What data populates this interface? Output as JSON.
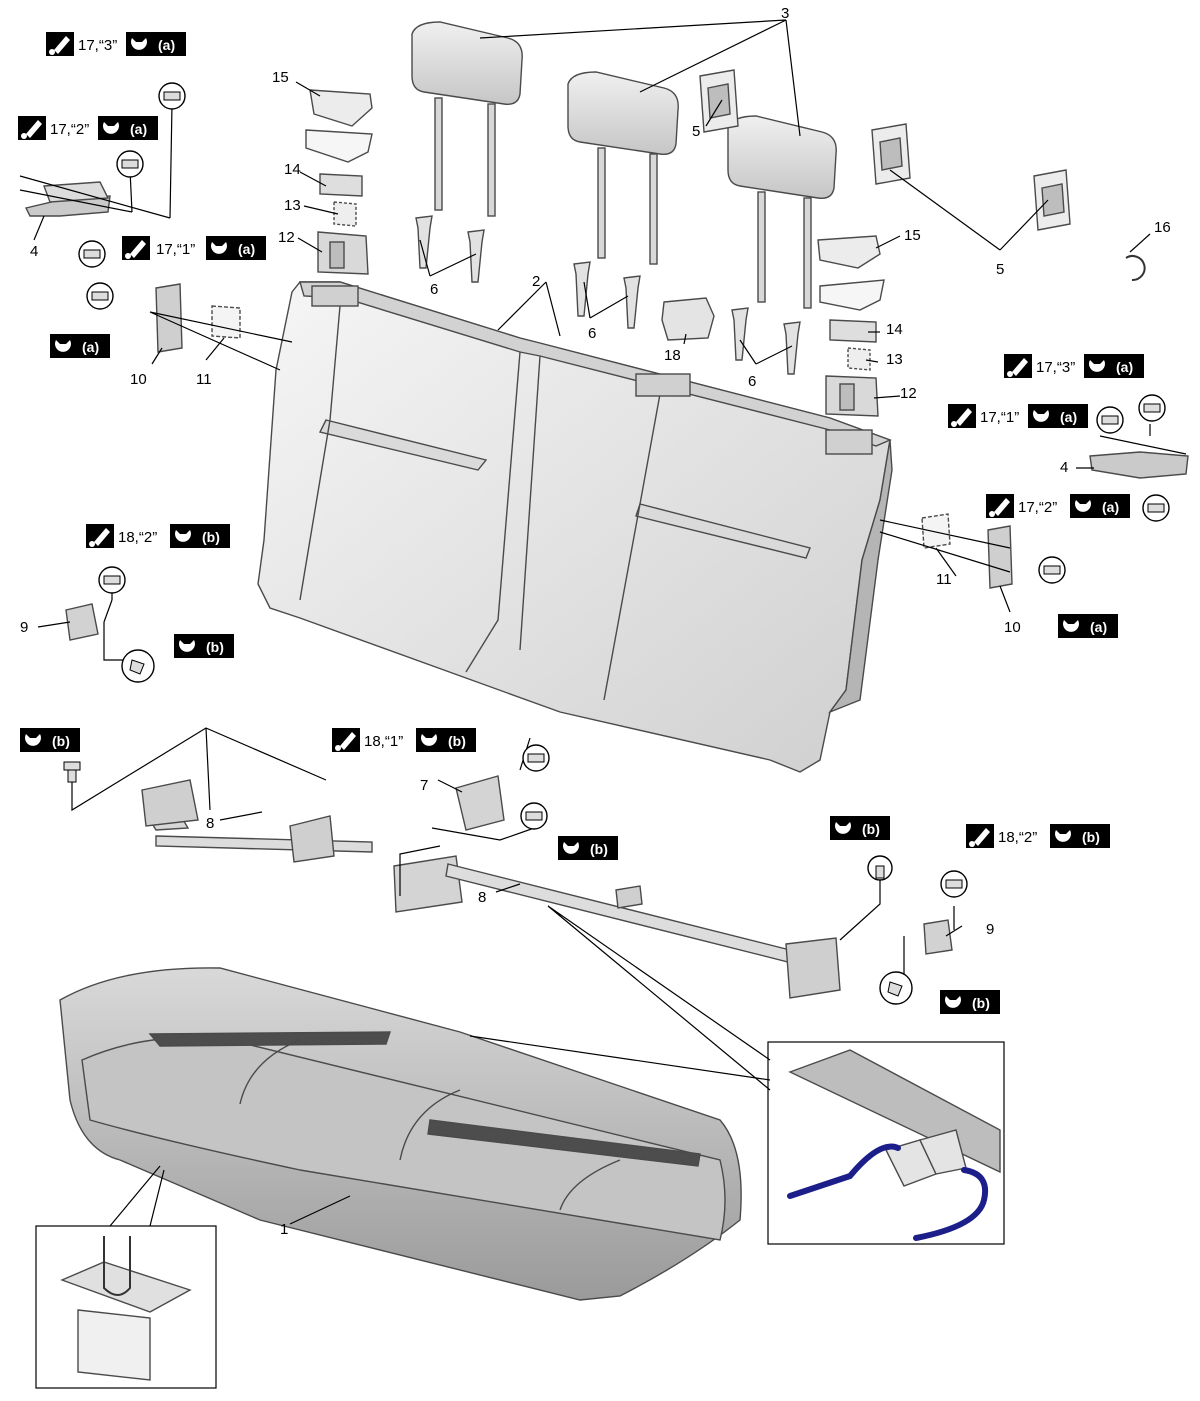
{
  "callouts": {
    "c1": "1",
    "c2": "2",
    "c3": "3",
    "c4": "4",
    "c5": "5",
    "c6": "6",
    "c7": "7",
    "c8": "8",
    "c9": "9",
    "c10": "10",
    "c11": "11",
    "c12": "12",
    "c13": "13",
    "c14": "14",
    "c15": "15",
    "c16": "16",
    "c18": "18"
  },
  "torque": {
    "t17_3": "17,“3”",
    "t17_2": "17,“2”",
    "t17_1": "17,“1”",
    "t18_2": "18,“2”",
    "t18_1": "18,“1”"
  },
  "badges": {
    "a": "(a)",
    "b": "(b)"
  },
  "icons": {
    "tighten_order": "pencil-dot-icon",
    "torque_spec": "wrench-icon",
    "bolt": "bolt-icon"
  },
  "colors": {
    "badge_bg": "#000000",
    "badge_fg": "#ffffff",
    "part_fill": "#e6e6e6",
    "part_stroke": "#4a4a4a",
    "wire": "#1c1f8a"
  }
}
